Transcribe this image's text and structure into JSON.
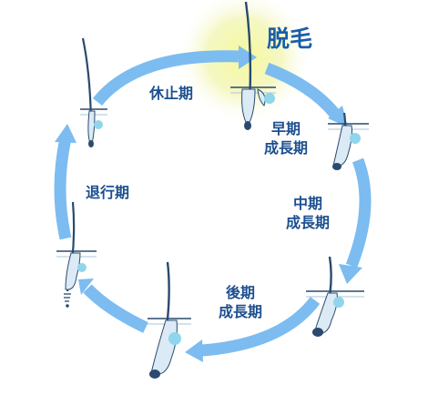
{
  "title": "脱毛",
  "stages": {
    "resting": [
      "休止期"
    ],
    "early_growth": [
      "早期",
      "成長期"
    ],
    "mid_growth": [
      "中期",
      "成長期"
    ],
    "late_growth": [
      "後期",
      "成長期"
    ],
    "regression": [
      "退行期"
    ]
  },
  "colors": {
    "arrow": "#7cbcf0",
    "label_text": "#1c4f8f",
    "title_text": "#1a5ea8",
    "glow": "#f2f5a8",
    "hair": "#2a4a6e",
    "bulb": "#8fd6ec"
  }
}
